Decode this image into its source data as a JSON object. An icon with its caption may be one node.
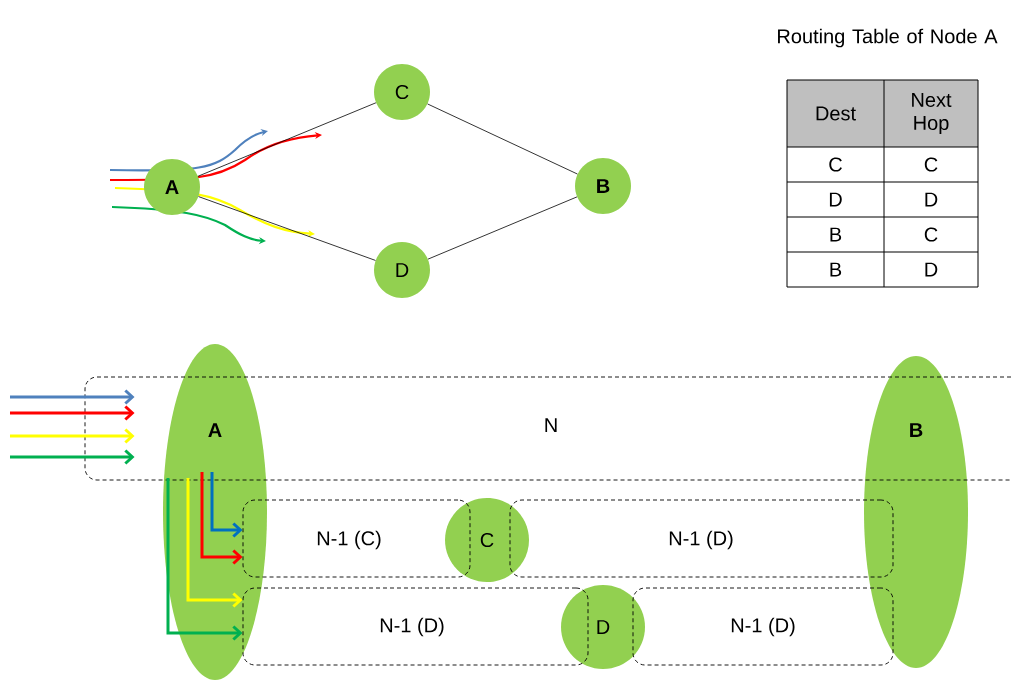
{
  "diagram": {
    "nodes": [
      {
        "text": [
          "A"
        ]
      },
      {
        "text": [
          "C"
        ]
      },
      {
        "text": [
          "D"
        ]
      },
      {
        "text": [
          "B"
        ]
      },
      {
        "text": [
          "A"
        ]
      },
      {
        "text": [
          "N"
        ]
      },
      {
        "text": [
          "B"
        ]
      },
      {
        "text": [
          "N-1 (C)"
        ]
      },
      {
        "text": [
          "C"
        ]
      },
      {
        "text": [
          "N-1 (D)"
        ]
      },
      {
        "text": [
          "N-1 (D)"
        ]
      },
      {
        "text": [
          "D"
        ]
      },
      {
        "text": [
          "N-1 (D)"
        ]
      }
    ],
    "edges": [
      {
        "from": 0,
        "to": 1,
        "arrow": "none"
      },
      {
        "from": 1,
        "to": 3,
        "arrow": "none"
      },
      {
        "from": 0,
        "to": 2,
        "arrow": "none"
      },
      {
        "from": 2,
        "to": 3,
        "arrow": "none"
      },
      {
        "from": null,
        "to": 5,
        "arrow": "to",
        "color": "#4f81bd"
      },
      {
        "from": null,
        "to": 5,
        "arrow": "to",
        "color": "#ff0000"
      },
      {
        "from": null,
        "to": 5,
        "arrow": "to",
        "color": "#ffff00"
      },
      {
        "from": null,
        "to": 5,
        "arrow": "to",
        "color": "#00b050"
      },
      {
        "from": 4,
        "to": 7,
        "arrow": "to",
        "color": "#0070c0"
      },
      {
        "from": 4,
        "to": 7,
        "arrow": "to",
        "color": "#ff0000"
      },
      {
        "from": 4,
        "to": 10,
        "arrow": "to",
        "color": "#ffff00"
      },
      {
        "from": 4,
        "to": 10,
        "arrow": "to",
        "color": "#00b050"
      }
    ],
    "labels": [
      "Routing Table of Node A",
      "Dest",
      "Next Hop",
      "C",
      "C",
      "D",
      "D",
      "B",
      "C",
      "B",
      "D"
    ]
  }
}
